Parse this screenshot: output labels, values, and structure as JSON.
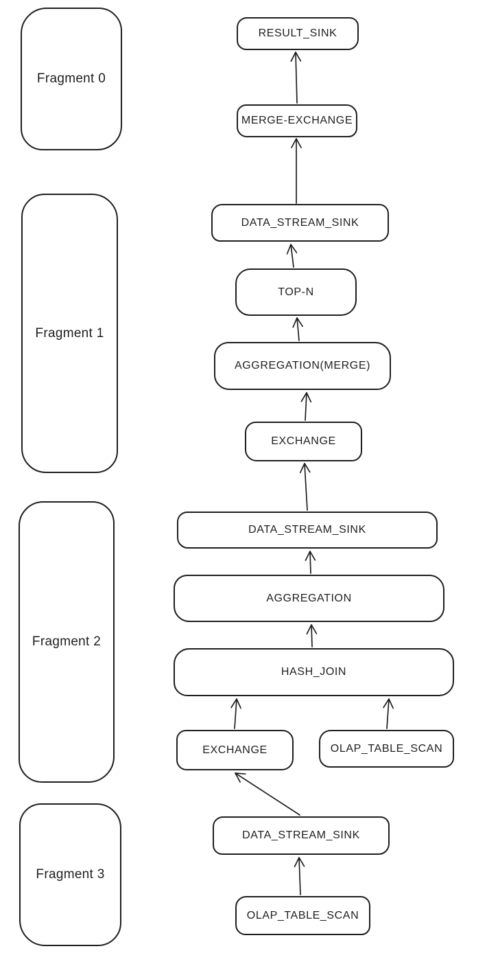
{
  "diagram": {
    "type": "query-execution-plan",
    "colors": {
      "stroke": "#1e1e1e",
      "fill": "#ffffff",
      "background": "#ffffff"
    },
    "fragments": [
      {
        "label": "Fragment 0"
      },
      {
        "label": "Fragment 1"
      },
      {
        "label": "Fragment 2"
      },
      {
        "label": "Fragment 3"
      }
    ],
    "nodes": [
      {
        "id": "result-sink",
        "label": "RESULT_SINK"
      },
      {
        "id": "merge-exchange",
        "label": "MERGE-EXCHANGE"
      },
      {
        "id": "data-stream-sink-1",
        "label": "DATA_STREAM_SINK"
      },
      {
        "id": "top-n",
        "label": "TOP-N"
      },
      {
        "id": "aggregation-merge",
        "label": "AGGREGATION(MERGE)"
      },
      {
        "id": "exchange-1",
        "label": "EXCHANGE"
      },
      {
        "id": "data-stream-sink-2",
        "label": "DATA_STREAM_SINK"
      },
      {
        "id": "aggregation",
        "label": "AGGREGATION"
      },
      {
        "id": "hash-join",
        "label": "HASH_JOIN"
      },
      {
        "id": "exchange-2",
        "label": "EXCHANGE"
      },
      {
        "id": "olap-table-scan-1",
        "label": "OLAP_TABLE_SCAN"
      },
      {
        "id": "data-stream-sink-3",
        "label": "DATA_STREAM_SINK"
      },
      {
        "id": "olap-table-scan-2",
        "label": "OLAP_TABLE_SCAN"
      }
    ],
    "edges": [
      {
        "from": "merge-exchange",
        "to": "result-sink"
      },
      {
        "from": "data-stream-sink-1",
        "to": "merge-exchange"
      },
      {
        "from": "top-n",
        "to": "data-stream-sink-1"
      },
      {
        "from": "aggregation-merge",
        "to": "top-n"
      },
      {
        "from": "exchange-1",
        "to": "aggregation-merge"
      },
      {
        "from": "data-stream-sink-2",
        "to": "exchange-1"
      },
      {
        "from": "aggregation",
        "to": "data-stream-sink-2"
      },
      {
        "from": "hash-join",
        "to": "aggregation"
      },
      {
        "from": "exchange-2",
        "to": "hash-join"
      },
      {
        "from": "olap-table-scan-1",
        "to": "hash-join"
      },
      {
        "from": "data-stream-sink-3",
        "to": "exchange-2"
      },
      {
        "from": "olap-table-scan-2",
        "to": "data-stream-sink-3"
      }
    ]
  }
}
